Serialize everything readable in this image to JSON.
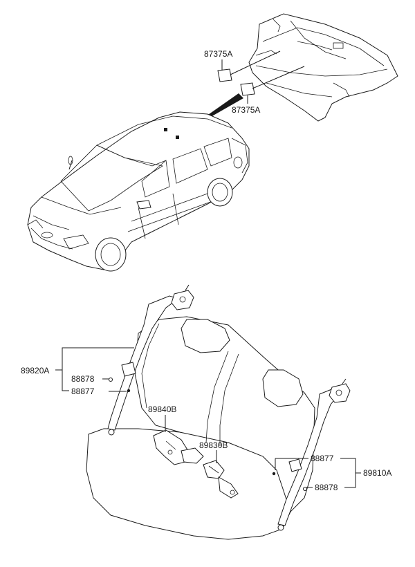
{
  "labels": {
    "mat_top": "87375A",
    "mat_bottom": "87375A",
    "left_belt": "89820A",
    "left_bolt": "88878",
    "left_washer": "88877",
    "center_buckle_single": "89840B",
    "center_buckle_double": "89830B",
    "right_washer": "88877",
    "right_belt": "89810A",
    "right_bolt": "88878"
  }
}
